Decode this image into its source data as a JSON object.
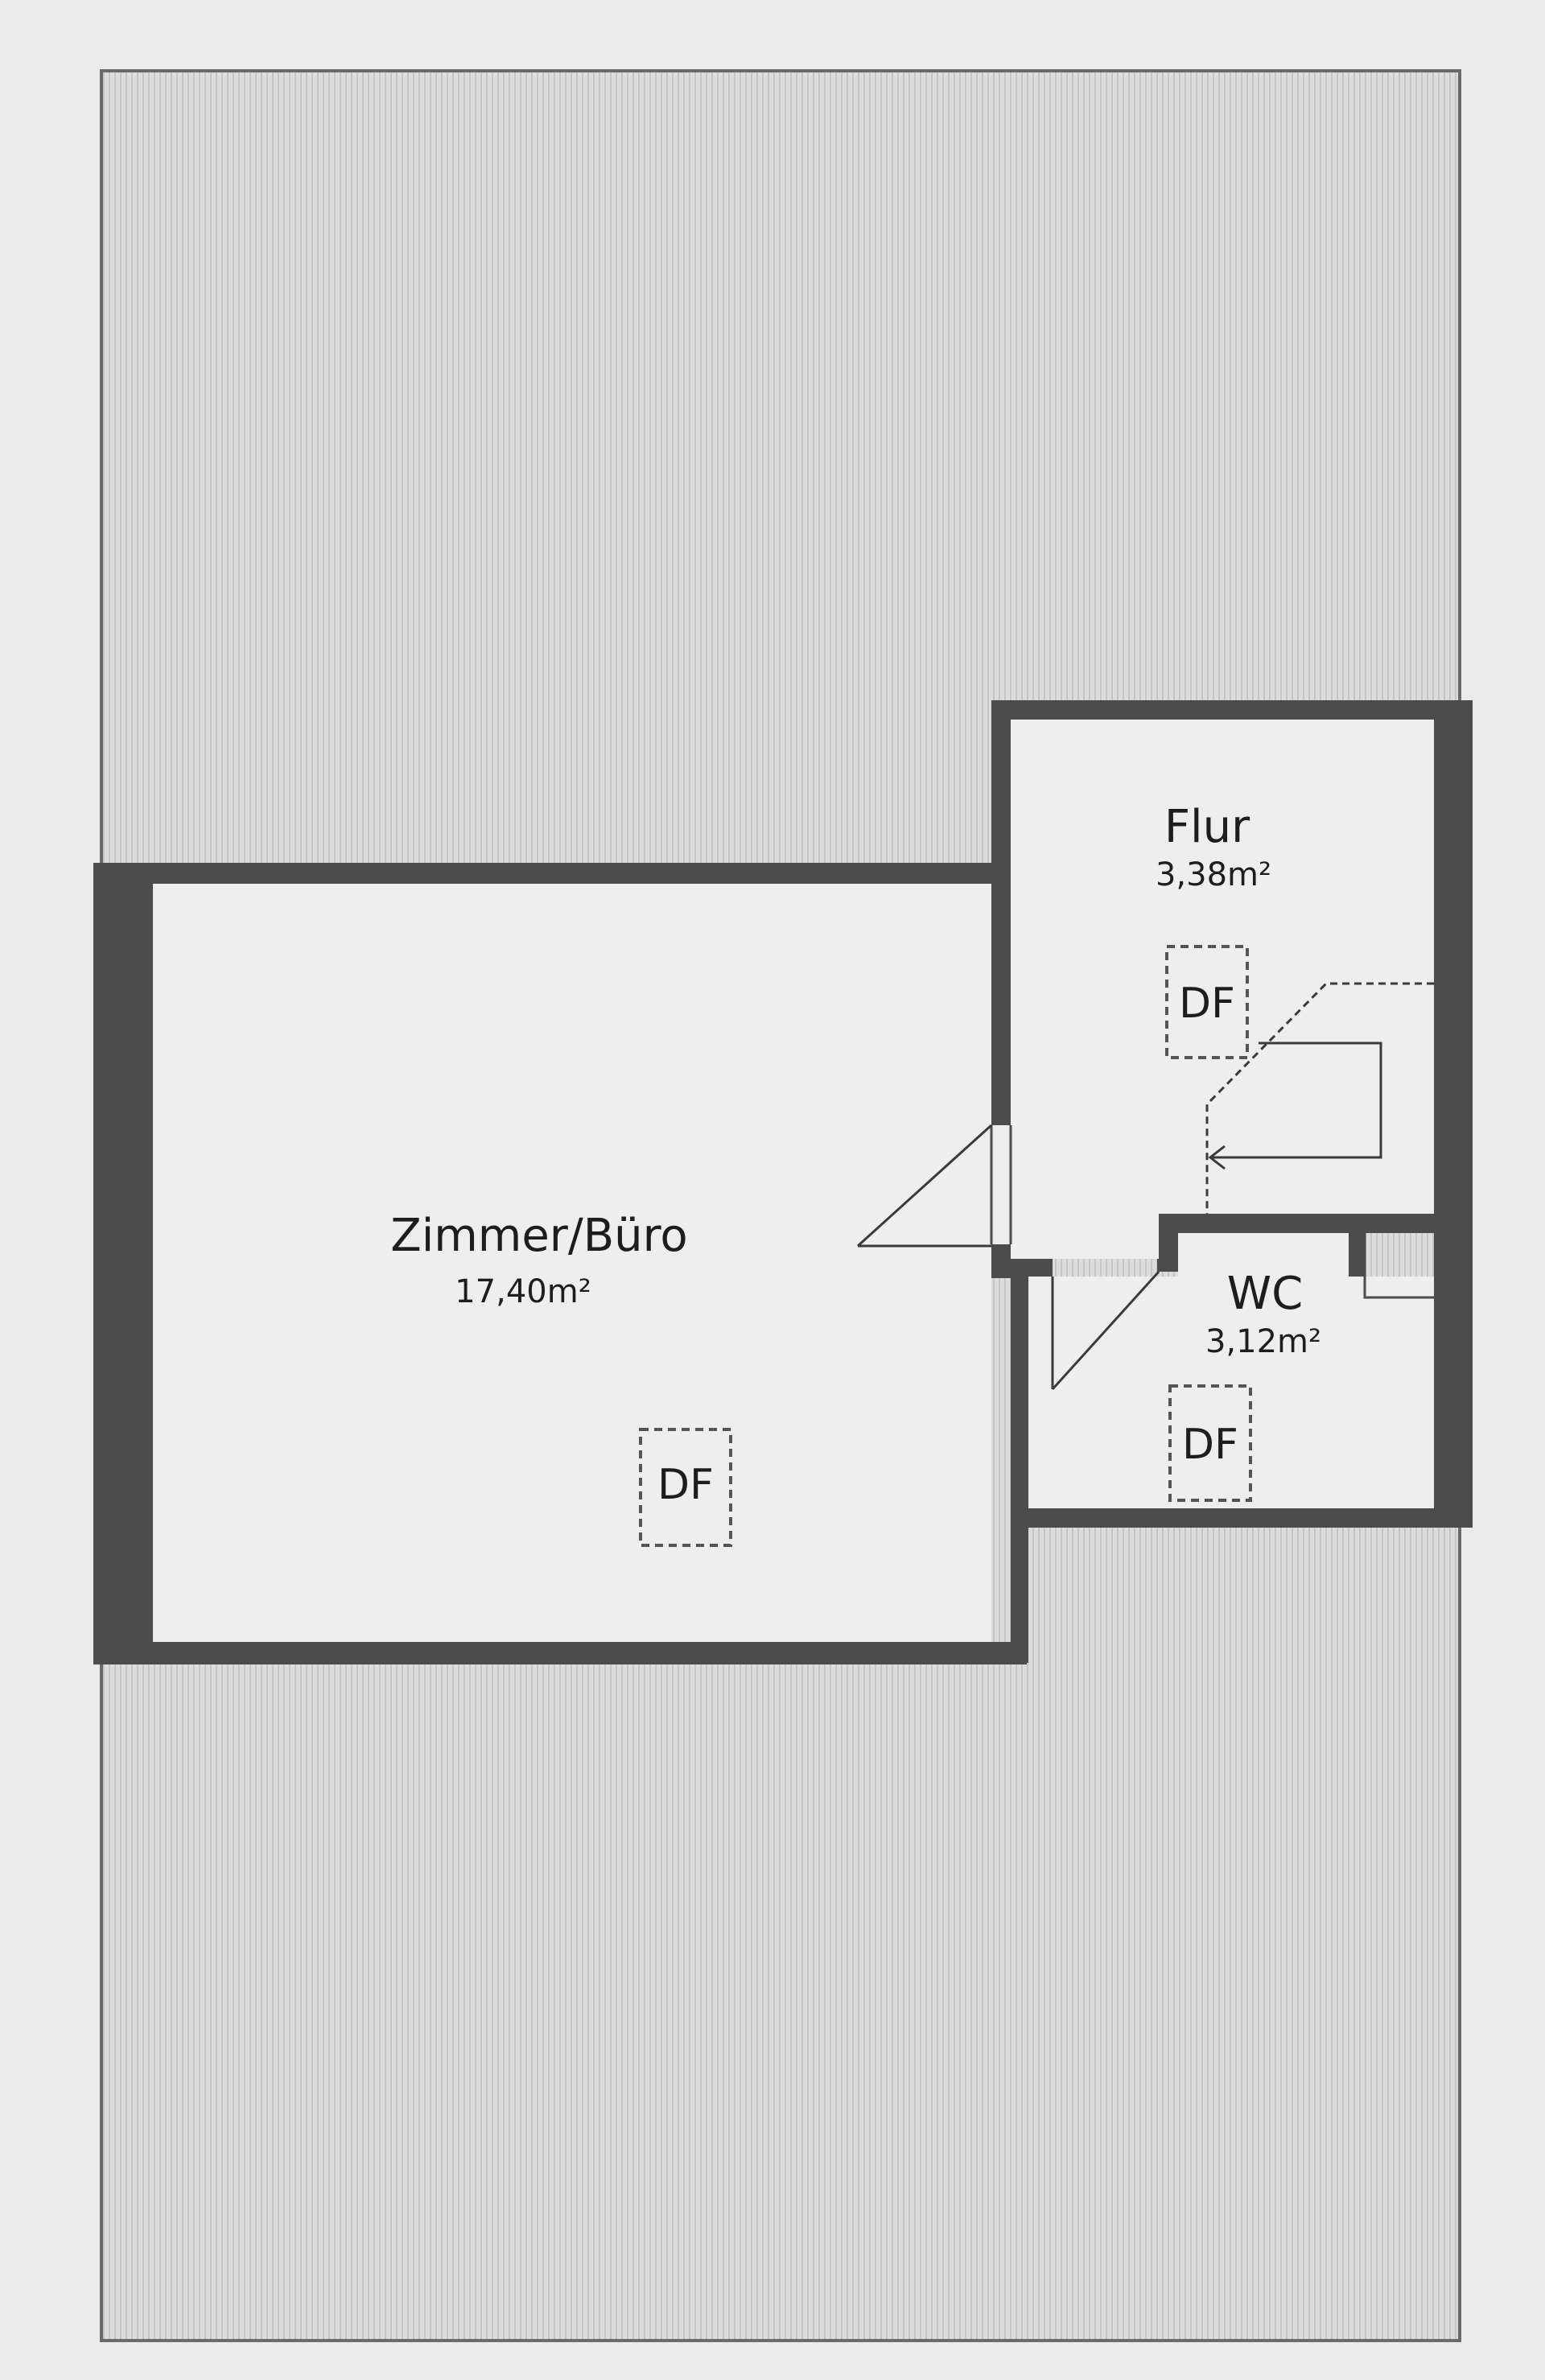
{
  "rooms": [
    {
      "id": "zimmer",
      "name": "Zimmer/Büro",
      "area": "17,40m²"
    },
    {
      "id": "flur",
      "name": "Flur",
      "area": "3,38m²"
    },
    {
      "id": "wc",
      "name": "WC",
      "area": "3,12m²"
    }
  ],
  "skylights": [
    {
      "room": "zimmer",
      "label": "DF"
    },
    {
      "room": "flur",
      "label": "DF"
    },
    {
      "room": "wc",
      "label": "DF"
    }
  ],
  "colors": {
    "paper": "#ebebea",
    "hatched_area": "#dcdcda",
    "hatch_line": "#c9c9c7",
    "wall": "#4b4d4b",
    "room_fill": "#eeeeed",
    "outline": "#6a6a6a",
    "text": "#1d1d1d"
  }
}
